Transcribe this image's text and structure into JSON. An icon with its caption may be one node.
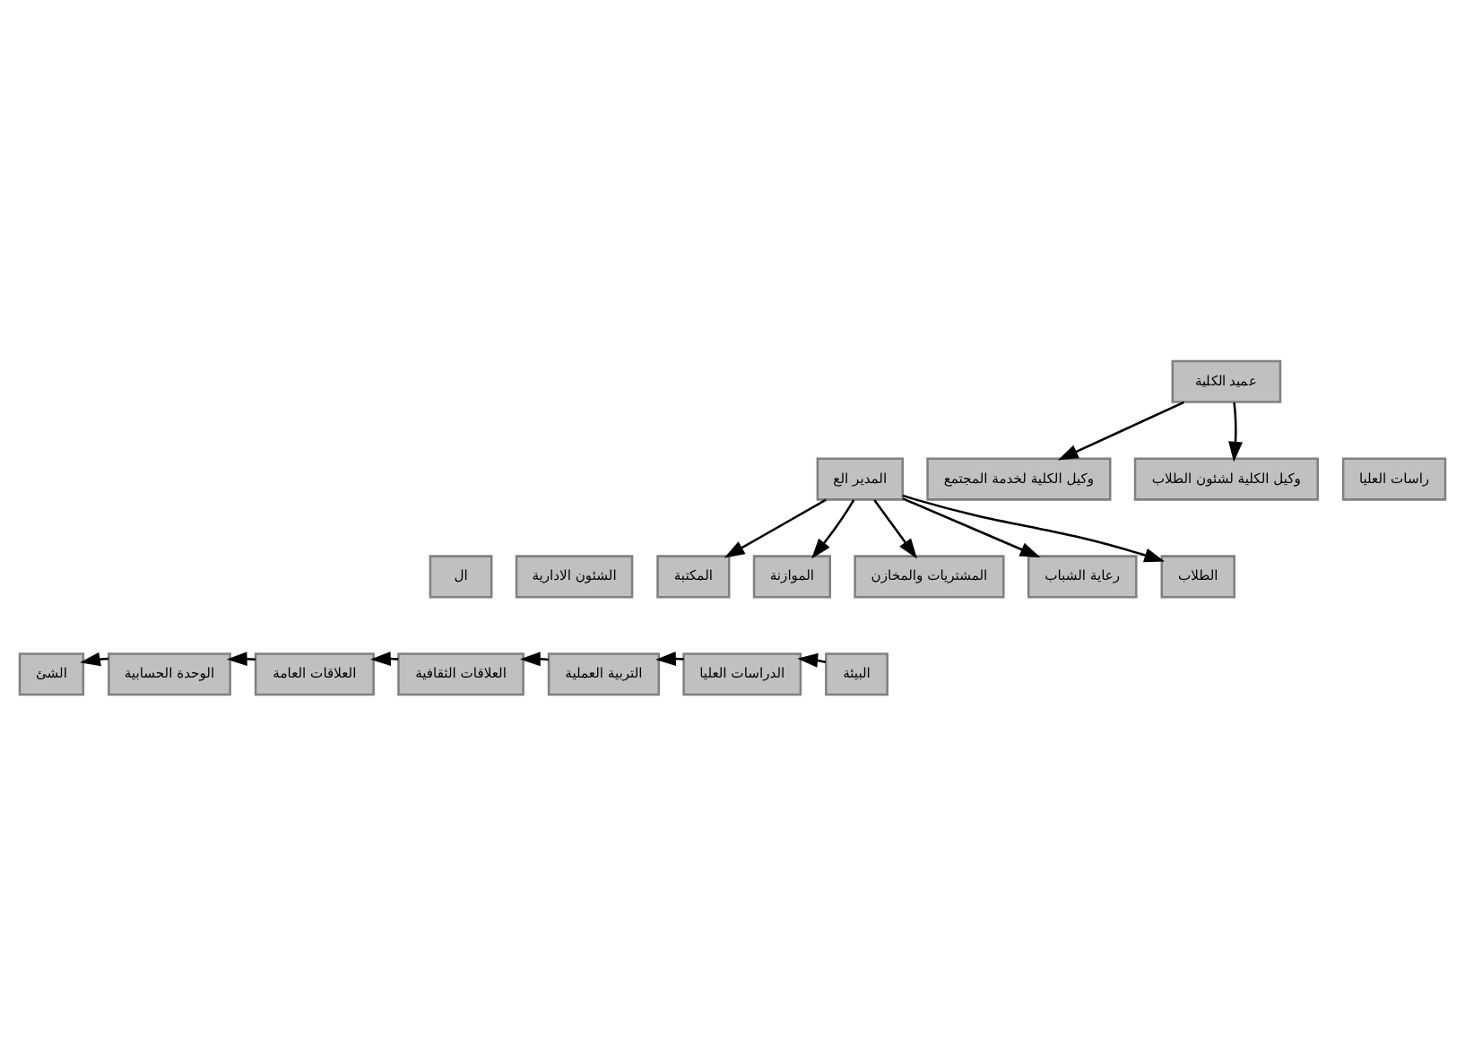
{
  "diagram": {
    "nodes": [
      {
        "text": [
          "عميد الكلية"
        ]
      },
      {
        "text": [
          "المدير الع"
        ]
      },
      {
        "text": [
          "وكيل الكلية لخدمة المجتمع"
        ]
      },
      {
        "text": [
          "وكيل الكلية لشئون الطلاب"
        ]
      },
      {
        "text": [
          "راسات العليا"
        ]
      },
      {
        "text": [
          "ال"
        ]
      },
      {
        "text": [
          "الشئون الادارية"
        ]
      },
      {
        "text": [
          "المكتبة"
        ]
      },
      {
        "text": [
          "الموازنة"
        ]
      },
      {
        "text": [
          "المشتريات والمخازن"
        ]
      },
      {
        "text": [
          "رعاية الشباب"
        ]
      },
      {
        "text": [
          "الطلاب"
        ]
      },
      {
        "text": [
          "الشئ"
        ]
      },
      {
        "text": [
          "الوحدة الحسابية"
        ]
      },
      {
        "text": [
          "العلاقات العامة"
        ]
      },
      {
        "text": [
          "العلاقات الثقافية"
        ]
      },
      {
        "text": [
          "التربية العملية"
        ]
      },
      {
        "text": [
          "الدراسات العليا"
        ]
      },
      {
        "text": [
          "البيئة"
        ]
      }
    ],
    "edges": [
      {
        "from": 0,
        "to": 2,
        "arrow": "to"
      },
      {
        "from": 0,
        "to": 3,
        "arrow": "to"
      },
      {
        "from": 1,
        "to": 7,
        "arrow": "to"
      },
      {
        "from": 1,
        "to": 8,
        "arrow": "to"
      },
      {
        "from": 1,
        "to": 9,
        "arrow": "to"
      },
      {
        "from": 1,
        "to": 10,
        "arrow": "to"
      },
      {
        "from": 1,
        "to": 11,
        "arrow": "to"
      },
      {
        "from": 18,
        "to": 17,
        "arrow": "to"
      },
      {
        "from": 17,
        "to": 16,
        "arrow": "to"
      },
      {
        "from": 16,
        "to": 15,
        "arrow": "to"
      },
      {
        "from": 15,
        "to": 14,
        "arrow": "to"
      },
      {
        "from": 14,
        "to": 13,
        "arrow": "to"
      },
      {
        "from": 13,
        "to": 12,
        "arrow": "to"
      }
    ]
  }
}
